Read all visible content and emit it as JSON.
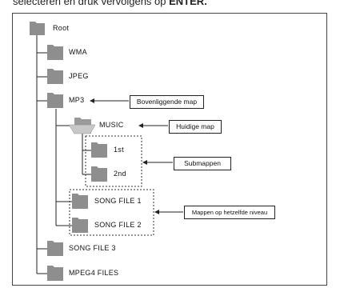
{
  "intro": {
    "text": "selecteren en druk vervolgens op",
    "key": "ENTER."
  },
  "tree": {
    "root": "Root",
    "wma": "WMA",
    "jpeg": "JPEG",
    "mp3": "MP3",
    "music": "MUSIC",
    "sub1": "1st",
    "sub2": "2nd",
    "song1": "SONG FILE 1",
    "song2": "SONG FILE 2",
    "song3": "SONG FILE 3",
    "mpeg4": "MPEG4 FILES"
  },
  "callouts": {
    "parent": "Bovenliggende map",
    "current": "Huidige map",
    "subfolders": "Submappen",
    "same_level": "Mappen op hetzelfde niveau"
  },
  "colors": {
    "folder": "#8e8e8e",
    "folder_open_back": "#9a9a9a",
    "folder_open_front": "#c8c8c8",
    "line": "#222222"
  }
}
